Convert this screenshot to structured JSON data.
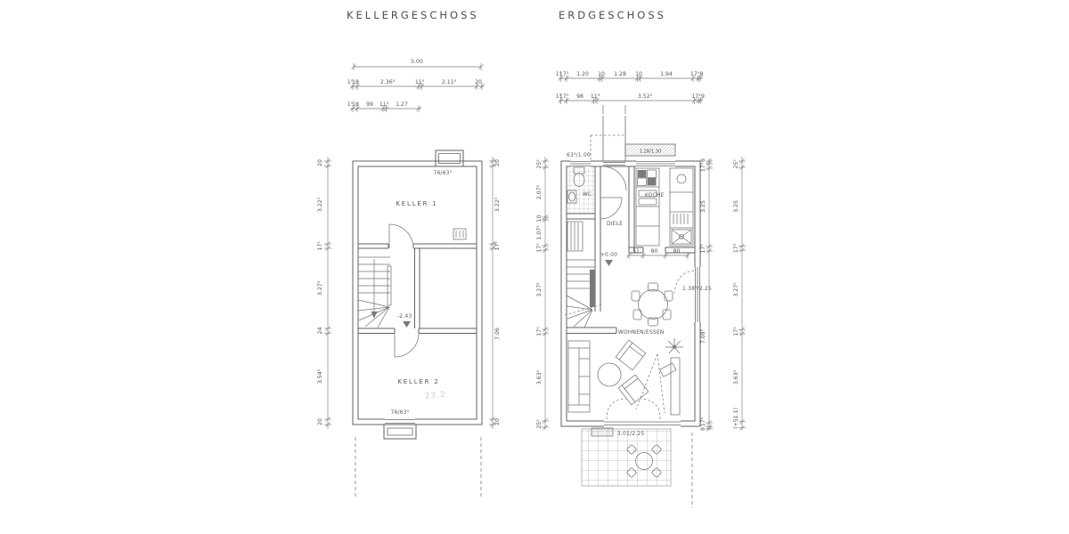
{
  "keller": {
    "title": "KELLERGESCHOSS",
    "room1": "KELLER 1",
    "room2": "KELLER 2",
    "level": "-2.43",
    "faint_note": "23.2",
    "win_top": "76/63⁵",
    "win_bottom": "76/63⁵",
    "dim_overall": "5.00",
    "top_row2": [
      "1⁵",
      "18",
      "2.36⁵",
      "11⁵",
      "2.11⁵",
      "20"
    ],
    "top_row3": [
      "1⁵",
      "18",
      "99",
      "11³",
      "1.27"
    ],
    "left": [
      "20",
      "3.22⁵",
      "17⁵",
      "3.27⁵",
      "24",
      "3.54⁵",
      "20"
    ],
    "right": [
      "20",
      "3.22⁵",
      "17⁵",
      "7.06",
      "20"
    ]
  },
  "erdg": {
    "title": "ERDGESCHOSS",
    "wc": "WC",
    "diele": "DIELE",
    "kueche": "KOCHE",
    "wohnen": "WOHNEN/ESSEN",
    "level": "+0.00",
    "win_wc": "63⁵/1.00",
    "win_kueche": "1.28/1.30",
    "win_right": "1.38⁵/2.25",
    "door_terrace": "3.01/2.25",
    "interior": [
      "51",
      "80",
      "80"
    ],
    "top_row1": [
      "1⁵",
      "17⁵",
      "1.20",
      "10",
      "1.28",
      "10",
      "1.94",
      "17⁵",
      "8"
    ],
    "top_row2": [
      "1⁵",
      "17³",
      "98",
      "11³",
      "3.52⁵",
      "17⁵",
      "9"
    ],
    "left": [
      "25⁵",
      "2.07⁵",
      "10",
      "1.07⁵",
      "17⁵",
      "3.27⁵",
      "17⁵",
      "3.63⁵",
      "25⁵"
    ],
    "right_inner": [
      "8",
      "17⁵",
      "3.25",
      "17⁵",
      "7.08⁵",
      "17⁵",
      "8"
    ],
    "right_outer": [
      "25⁵",
      "3.25",
      "17³",
      "3.27⁵",
      "17⁵",
      "3.63⁵",
      "(+51.1)"
    ]
  }
}
